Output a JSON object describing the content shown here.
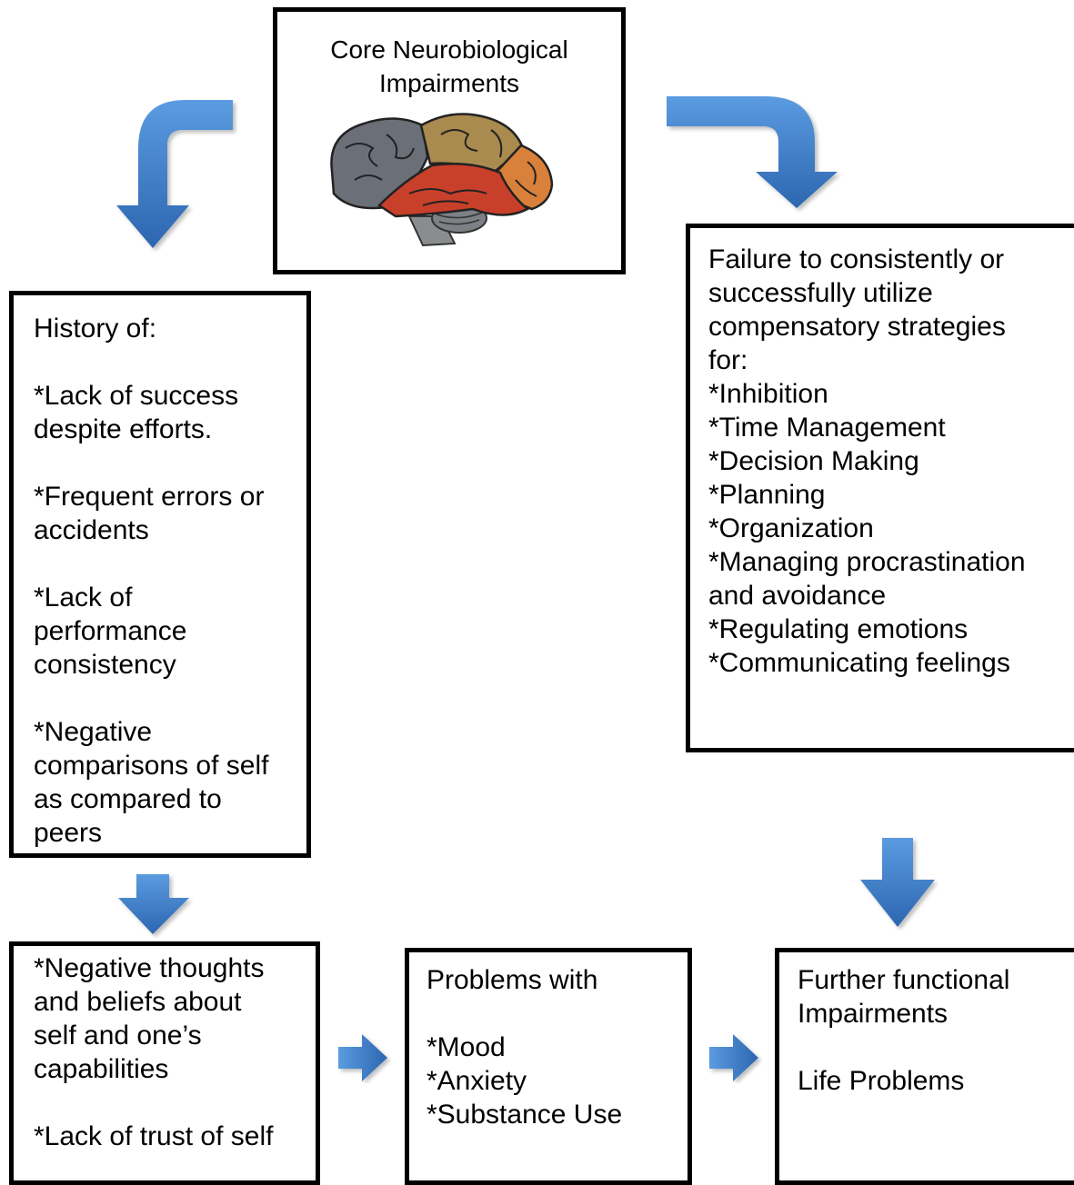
{
  "top": {
    "title_lines": [
      "Core Neurobiological",
      "Impairments"
    ]
  },
  "history": {
    "lines": [
      "History of:",
      "",
      "*Lack of success",
      "despite efforts.",
      "",
      "*Frequent errors or",
      "accidents",
      "",
      "*Lack of",
      "performance",
      "consistency",
      "",
      "*Negative",
      "comparisons of self",
      "as compared to",
      "peers"
    ]
  },
  "failure": {
    "lines": [
      "Failure to consistently or",
      "successfully utilize",
      "compensatory strategies",
      "for:",
      "*Inhibition",
      "*Time Management",
      "*Decision Making",
      "*Planning",
      "*Organization",
      "*Managing procrastination",
      "and avoidance",
      "*Regulating emotions",
      "*Communicating feelings"
    ]
  },
  "negative": {
    "lines": [
      "*Negative thoughts",
      "and beliefs about",
      "self and one’s",
      "capabilities",
      "",
      "*Lack of trust of self"
    ]
  },
  "problems": {
    "lines": [
      "Problems with",
      "",
      "*Mood",
      "*Anxiety",
      "*Substance Use"
    ]
  },
  "further": {
    "lines": [
      "Further functional",
      "Impairments",
      "",
      "Life Problems"
    ]
  },
  "colors": {
    "arrow_light": "#4f8fd8",
    "arrow_dark": "#2a63ad",
    "border": "#000000"
  }
}
